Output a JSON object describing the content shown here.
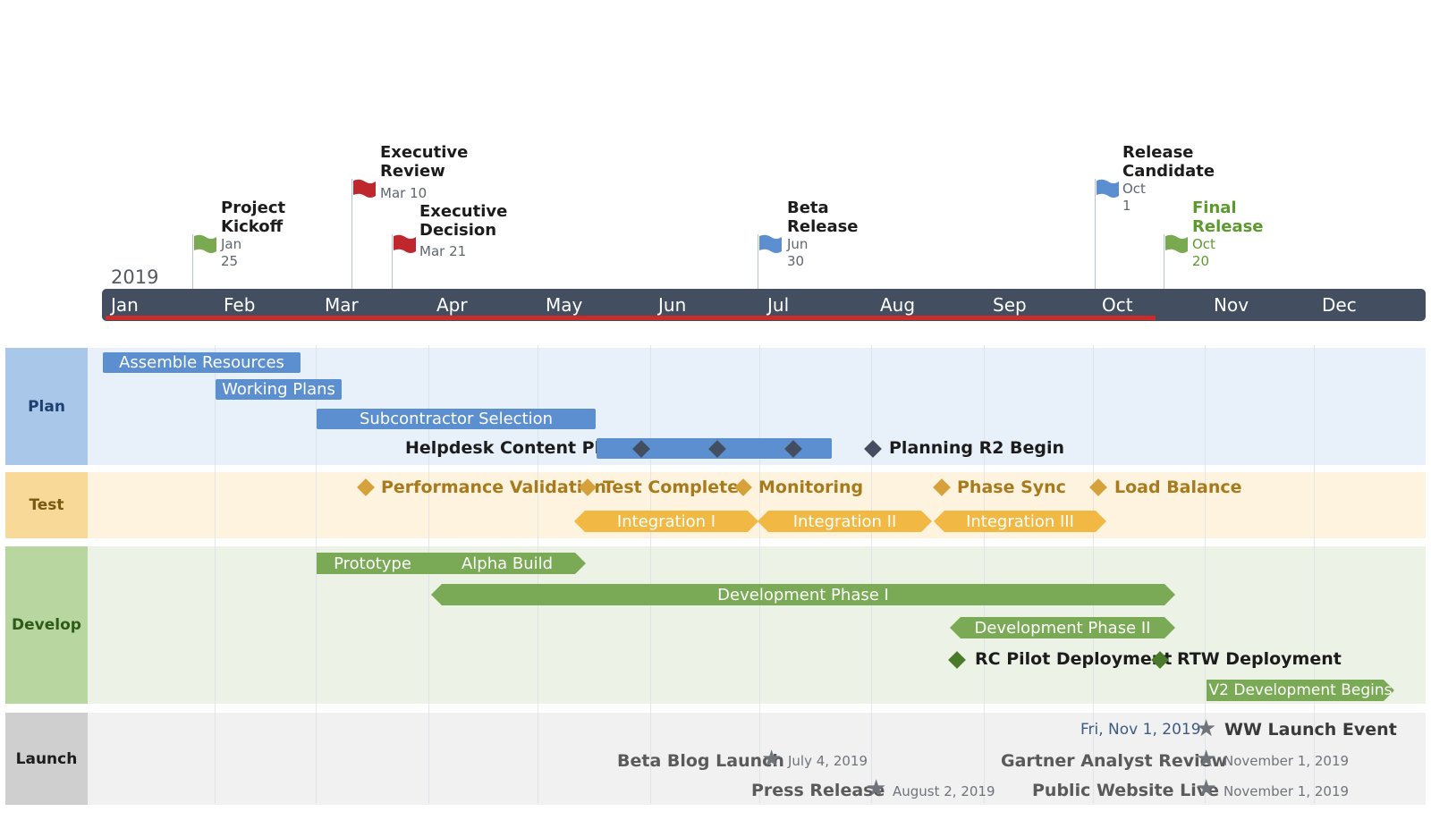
{
  "year": "2019",
  "months": [
    "Jan",
    "Feb",
    "Mar",
    "Apr",
    "May",
    "Jun",
    "Jul",
    "Aug",
    "Sep",
    "Oct",
    "Nov",
    "Dec"
  ],
  "milestones": [
    {
      "title_line1": "Project",
      "title_line2": "Kickoff",
      "date_line1": "Jan",
      "date_line2": "25",
      "flag_color": "#7aaa4f",
      "title_color": "#1c1c1c"
    },
    {
      "title_line1": "Executive",
      "title_line2": "Review",
      "date_line1": "Mar 10",
      "date_line2": "",
      "flag_color": "#c0272d",
      "title_color": "#1c1c1c"
    },
    {
      "title_line1": "Executive",
      "title_line2": "Decision",
      "date_line1": "Mar 21",
      "date_line2": "",
      "flag_color": "#c0272d",
      "title_color": "#1c1c1c"
    },
    {
      "title_line1": "Beta",
      "title_line2": "Release",
      "date_line1": "Jun",
      "date_line2": "30",
      "flag_color": "#5b8fd0",
      "title_color": "#1c1c1c"
    },
    {
      "title_line1": "Release",
      "title_line2": "Candidate",
      "date_line1": "Oct",
      "date_line2": "1",
      "flag_color": "#5b8fd0",
      "title_color": "#1c1c1c"
    },
    {
      "title_line1": "Final",
      "title_line2": "Release",
      "date_line1": "Oct",
      "date_line2": "20",
      "flag_color": "#7aaa4f",
      "title_color": "#5c9a2e"
    }
  ],
  "lanes": {
    "plan": "Plan",
    "test": "Test",
    "develop": "Develop",
    "launch": "Launch"
  },
  "plan": {
    "assemble": "Assemble Resources",
    "working": "Working Plans",
    "subcontractor": "Subcontractor Selection",
    "helpdesk": "Helpdesk Content Plan",
    "planning_r2": "Planning R2 Begin"
  },
  "test": {
    "perf": "Performance Validation",
    "complete": "Test Complete",
    "monitoring": "Monitoring",
    "phase_sync": "Phase Sync",
    "load_balance": "Load Balance",
    "integration1": "Integration I",
    "integration2": "Integration II",
    "integration3": "Integration III"
  },
  "develop": {
    "prototype": "Prototype",
    "alpha": "Alpha Build",
    "phase1": "Development Phase I",
    "phase2": "Development Phase II",
    "rc_pilot": "RC Pilot Deployment",
    "rtw": "RTW Deployment",
    "v2": "V2 Development Begins"
  },
  "launch": {
    "ww_date": "Fri, Nov 1, 2019",
    "ww": "WW Launch Event",
    "beta_blog": "Beta Blog Launch",
    "beta_blog_date": "July 4, 2019",
    "gartner": "Gartner Analyst Review",
    "gartner_date": "November 1, 2019",
    "press": "Press Release",
    "press_date": "August 2, 2019",
    "website": "Public Website Live",
    "website_date": "November 1, 2019"
  },
  "colors": {
    "axis": "#434f61",
    "progress": "#cc2b2b",
    "plan_bar": "#5b8fd0",
    "plan_lane": "#e8f0fa",
    "plan_label": "#a9c7e8",
    "test_bar": "#f2b844",
    "test_diamond": "#d6a13a",
    "test_lane": "#fdf3df",
    "test_label": "#f8d997",
    "dev_bar": "#7aaa55",
    "dev_diamond": "#4b7a2b",
    "dev_lane": "#ecf3e6",
    "dev_label": "#b8d69f",
    "launch_lane": "#f1f1f1",
    "launch_label": "#cfcfcf"
  }
}
